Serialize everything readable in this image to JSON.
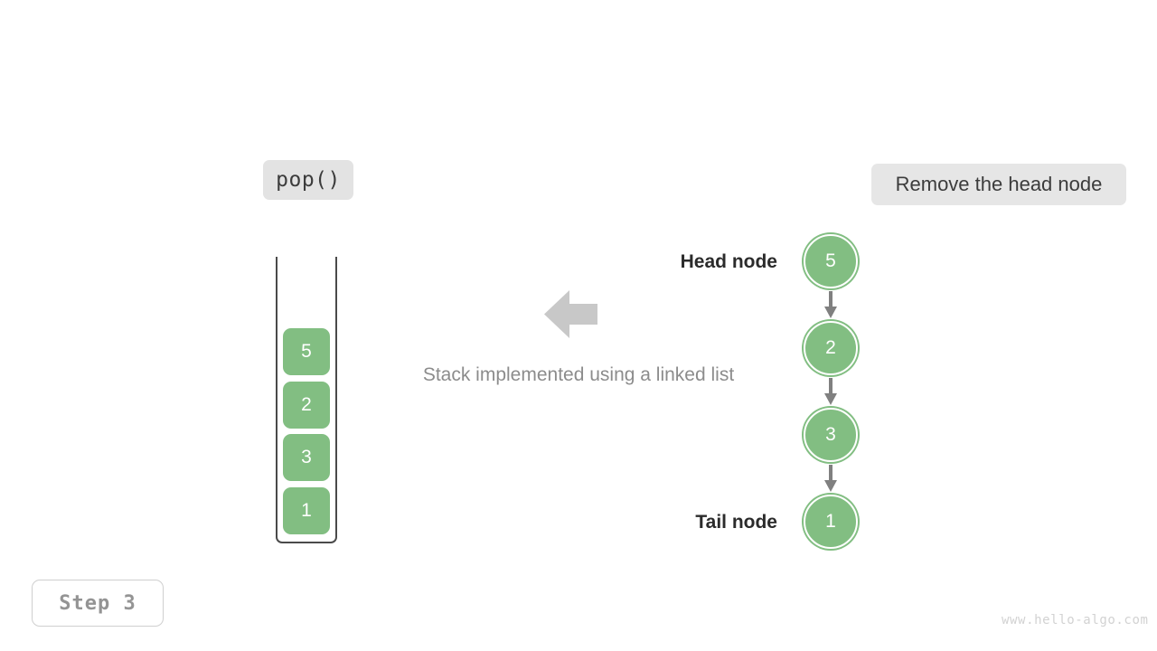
{
  "operation_badge": {
    "label": "pop()"
  },
  "description_badge": {
    "label": "Remove the head node"
  },
  "step_badge": {
    "label": "Step 3"
  },
  "caption": {
    "text": "Stack implemented using a linked list"
  },
  "watermark": {
    "text": "www.hello-algo.com"
  },
  "stack": {
    "cells": [
      {
        "value": "5"
      },
      {
        "value": "2"
      },
      {
        "value": "3"
      },
      {
        "value": "1"
      }
    ]
  },
  "linked_list": {
    "head_label": "Head node",
    "tail_label": "Tail node",
    "nodes": [
      {
        "value": "5"
      },
      {
        "value": "2"
      },
      {
        "value": "3"
      },
      {
        "value": "1"
      }
    ]
  },
  "colors": {
    "node_green": "#82be82",
    "badge_gray": "#e3e3e3",
    "arrow_gray": "#c8c8c8",
    "connector_gray": "#808080",
    "caption_gray": "#8c8c8c",
    "watermark_gray": "#d2d2d2",
    "box_stroke": "#4a4a4a"
  }
}
